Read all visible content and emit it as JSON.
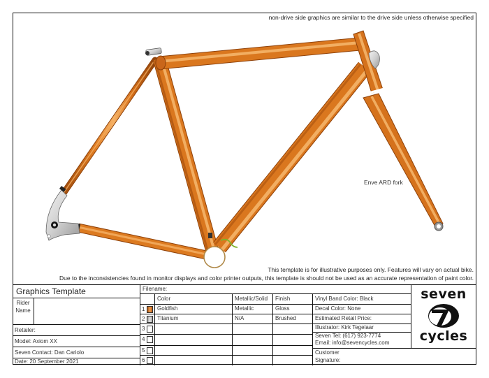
{
  "header_note": "non-drive side graphics are similar to the drive side unless otherwise specified",
  "frame": {
    "fork_label": "Enve ARD fork",
    "tube_color": "#d9731c",
    "tube_highlight": "#f2a95a",
    "tube_shadow": "#a84f0e"
  },
  "disclaimers": {
    "line1": "This template is for illustrative purposes only. Features will vary on actual bike.",
    "line2": "Due to the inconsistencies found in monitor displays and color printer outputs, this template is should not be used as an accurate representation of paint color."
  },
  "title_block": {
    "title": "Graphics Template",
    "rider_name_label_1": "Rider",
    "rider_name_label_2": "Name",
    "rider_name_value": "",
    "retailer": "Retailer:",
    "model": "Model:  Axiom XX",
    "seven_contact": "Seven Contact: Dan Cariolo",
    "date": "Date:  20 September 2021"
  },
  "color_table": {
    "filename_label": "Filename:",
    "headers": {
      "color": "Color",
      "metallic_solid": "Metallic/Solid",
      "finish": "Finish"
    },
    "rows": [
      {
        "num": "1",
        "swatch": "#d8701c",
        "color": "Goldfish",
        "metallic_solid": "Metallic",
        "finish": "Gloss"
      },
      {
        "num": "2",
        "swatch": "#bfbfbf",
        "color": "Titanium",
        "metallic_solid": "N/A",
        "finish": "Brushed"
      },
      {
        "num": "3",
        "swatch": "",
        "color": "",
        "metallic_solid": "",
        "finish": ""
      },
      {
        "num": "4",
        "swatch": "",
        "color": "",
        "metallic_solid": "",
        "finish": ""
      },
      {
        "num": "5",
        "swatch": "",
        "color": "",
        "metallic_solid": "",
        "finish": ""
      },
      {
        "num": "6",
        "swatch": "",
        "color": "",
        "metallic_solid": "",
        "finish": ""
      }
    ]
  },
  "info": {
    "vinyl_band": "Vinyl Band Color:  Black",
    "decal_color": "Decal Color:  None",
    "retail_price": "Estimated Retail Price:",
    "illustrator": "Illustrator: Kirk Tegelaar",
    "tel": "Seven Tel: (617) 923-7774",
    "email": "Email: info@sevencycles.com",
    "signature_1": "Customer",
    "signature_2": "Signature:"
  },
  "logo": {
    "top": "seven",
    "mark": "7",
    "bottom": "cycles"
  }
}
